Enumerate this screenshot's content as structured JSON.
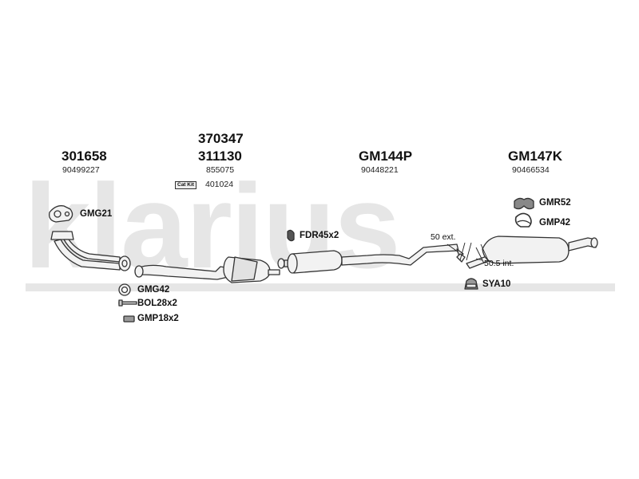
{
  "watermark": "klarius",
  "assemblies": [
    {
      "part_no": "301658",
      "oe_no": "90499227"
    },
    {
      "part_no_top": "370347",
      "part_no": "311130",
      "oe_no": "855075",
      "cat_kit_label": "Cat Kit",
      "cat_kit_no": "401024"
    },
    {
      "part_no": "GM144P",
      "oe_no": "90448221"
    },
    {
      "part_no": "GM147K",
      "oe_no": "90466534"
    }
  ],
  "fittings": {
    "gmg21": "GMG21",
    "gmg42": "GMG42",
    "bol28": "BOL28x2",
    "gmp18": "GMP18x2",
    "fdr45": "FDR45x2",
    "gmr52": "GMR52",
    "gmp42": "GMP42",
    "sya10": "SYA10"
  },
  "dimensions": {
    "ext": "50 ext.",
    "int": "50.5 int."
  },
  "colors": {
    "watermark": "#e6e6e6",
    "line": "#333333",
    "pipe_fill": "#f2f2f2"
  }
}
